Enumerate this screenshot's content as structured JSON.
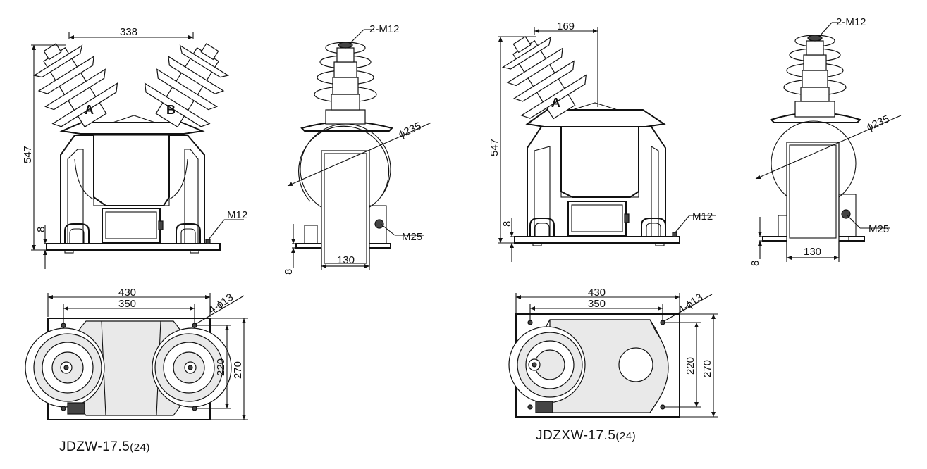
{
  "drawings": {
    "left_model": {
      "model_label": "JDZW-17.5",
      "model_suffix": "(24)",
      "front_view": {
        "terminal_spacing": "338",
        "overall_height": "547",
        "base_thickness": "8",
        "ground_bolt": "M12",
        "phase_a": "A",
        "phase_b": "B"
      },
      "side_view": {
        "terminal_thread": "2-M12",
        "diameter": "ϕ235",
        "drain_bolt": "M25",
        "base_width": "130",
        "base_thickness": "8"
      },
      "plan_view": {
        "overall_length": "430",
        "hole_spacing": "350",
        "mounting_holes": "4-ϕ13",
        "hole_spacing_width": "220",
        "overall_width": "270"
      }
    },
    "right_model": {
      "model_label": "JDZXW-17.5",
      "model_suffix": "(24)",
      "front_view": {
        "terminal_offset": "169",
        "overall_height": "547",
        "base_thickness": "8",
        "ground_bolt": "M12",
        "phase_a": "A"
      },
      "side_view": {
        "terminal_thread": "2-M12",
        "diameter": "ϕ235",
        "drain_bolt": "M25",
        "base_width": "130",
        "base_thickness": "8"
      },
      "plan_view": {
        "overall_length": "430",
        "hole_spacing": "350",
        "mounting_holes": "4-ϕ13",
        "hole_spacing_width": "220",
        "overall_width": "270"
      }
    }
  }
}
